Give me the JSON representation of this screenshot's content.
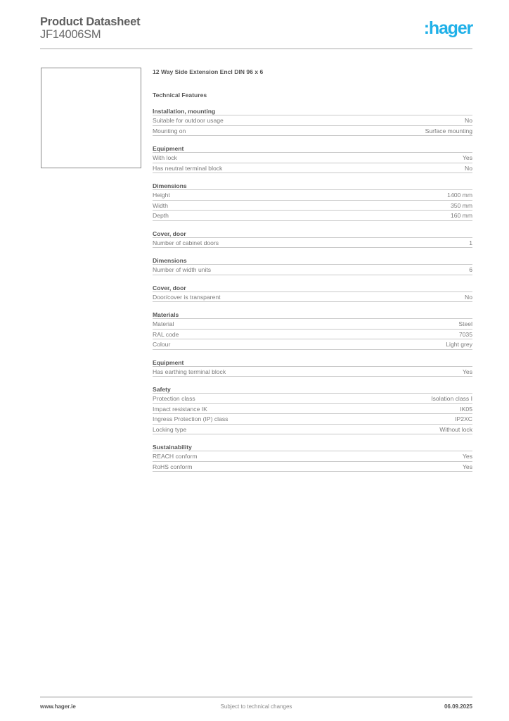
{
  "header": {
    "title": "Product Datasheet",
    "product_code": "JF14006SM",
    "logo": ":hager",
    "logo_color": "#1fb0e8"
  },
  "product": {
    "name": "12 Way Side Extension Encl DIN 96 x 6",
    "section_title": "Technical Features"
  },
  "groups": [
    {
      "title": "Installation, mounting",
      "rows": [
        {
          "label": "Suitable for outdoor usage",
          "value": "No"
        },
        {
          "label": "Mounting on",
          "value": "Surface mounting"
        }
      ]
    },
    {
      "title": "Equipment",
      "rows": [
        {
          "label": "With lock",
          "value": "Yes"
        },
        {
          "label": "Has neutral terminal block",
          "value": "No"
        }
      ]
    },
    {
      "title": "Dimensions",
      "rows": [
        {
          "label": "Height",
          "value": "1400 mm"
        },
        {
          "label": "Width",
          "value": "350 mm"
        },
        {
          "label": "Depth",
          "value": "160 mm"
        }
      ]
    },
    {
      "title": "Cover, door",
      "rows": [
        {
          "label": "Number of cabinet doors",
          "value": "1"
        }
      ]
    },
    {
      "title": "Dimensions",
      "rows": [
        {
          "label": "Number of width units",
          "value": "6"
        }
      ]
    },
    {
      "title": "Cover, door",
      "rows": [
        {
          "label": "Door/cover is transparent",
          "value": "No"
        }
      ]
    },
    {
      "title": "Materials",
      "rows": [
        {
          "label": "Material",
          "value": "Steel"
        },
        {
          "label": "RAL code",
          "value": "7035"
        },
        {
          "label": "Colour",
          "value": "Light grey"
        }
      ]
    },
    {
      "title": "Equipment",
      "rows": [
        {
          "label": "Has earthing terminal block",
          "value": "Yes"
        }
      ]
    },
    {
      "title": "Safety",
      "rows": [
        {
          "label": "Protection class",
          "value": "Isolation class I"
        },
        {
          "label": "Impact resistance IK",
          "value": "IK05"
        },
        {
          "label": "Ingress Protection (IP) class",
          "value": "IP2XC"
        },
        {
          "label": "Locking type",
          "value": "Without lock"
        }
      ]
    },
    {
      "title": "Sustainability",
      "rows": [
        {
          "label": "REACH conform",
          "value": "Yes"
        },
        {
          "label": "RoHS conform",
          "value": "Yes"
        }
      ]
    }
  ],
  "footer": {
    "website": "www.hager.ie",
    "notice": "Subject to technical changes",
    "date": "06.09.2025"
  }
}
